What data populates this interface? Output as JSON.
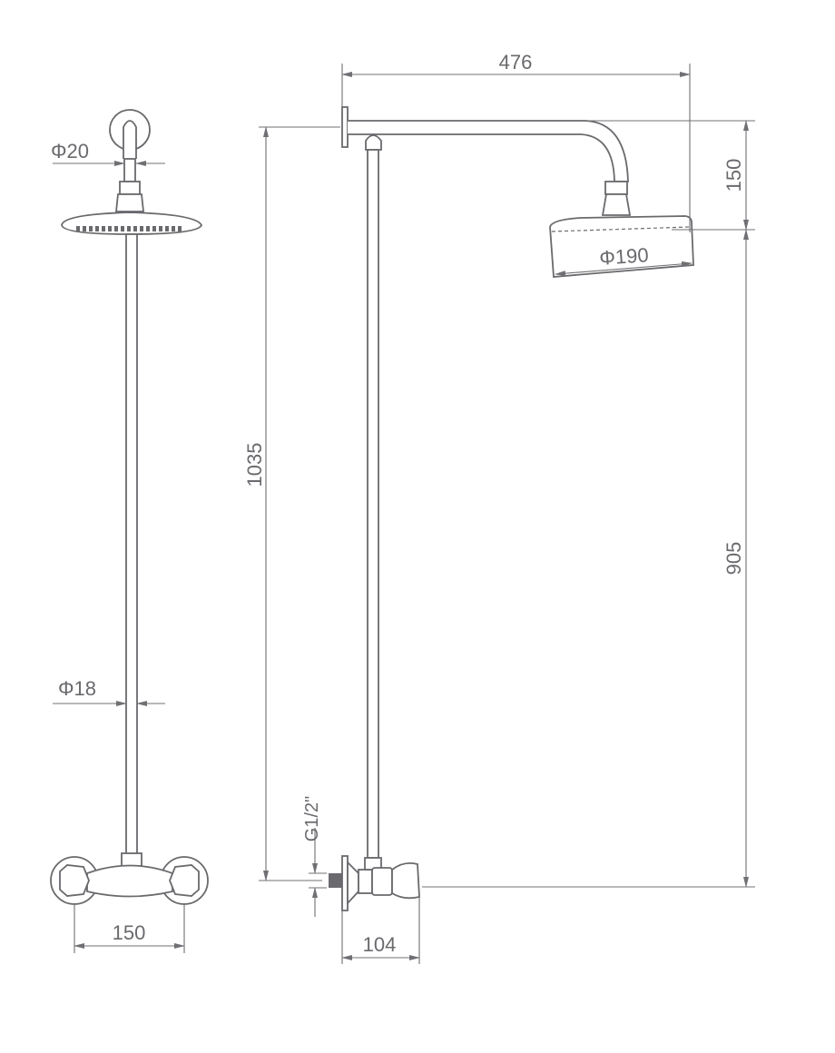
{
  "drawing": {
    "title": "Shower column dimension drawing",
    "line_color": "#6a6a6e",
    "dimensions": {
      "top_pipe_diameter": "Φ20",
      "riser_diameter": "Φ18",
      "valve_centers": "150",
      "arm_length": "476",
      "head_drop": "150",
      "total_height": "1035",
      "head_height": "905",
      "head_diameter": "Φ190",
      "inlet_thread": "G1/2\"",
      "valve_depth": "104"
    }
  }
}
